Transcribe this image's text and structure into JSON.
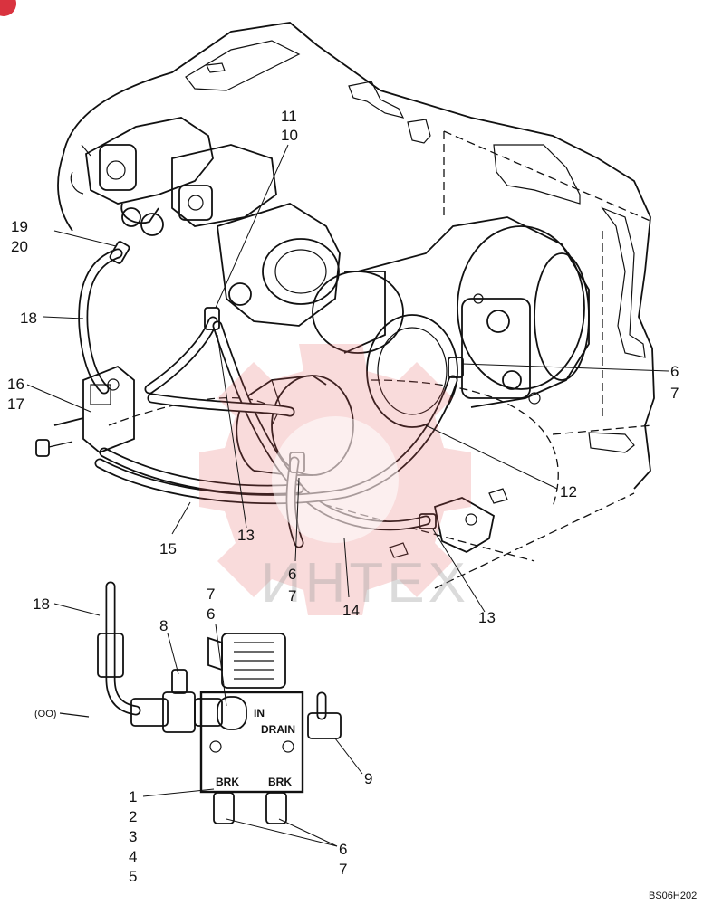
{
  "watermark_text": "ИНТЕХ",
  "reference_code": "BS06H202",
  "port_labels": {
    "in": "IN",
    "drain": "DRAIN",
    "brk_left": "BRK",
    "brk_right": "BRK"
  },
  "cap_label": "(OO)",
  "callouts": {
    "c11": "11",
    "c10": "10",
    "c19": "19",
    "c20": "20",
    "c18_top": "18",
    "c16": "16",
    "c17": "17",
    "c6_right": "6",
    "c7_right": "7",
    "c12": "12",
    "c15": "15",
    "c13_left": "13",
    "c6_mid": "6",
    "c7_mid": "7",
    "c14": "14",
    "c13_right": "13",
    "c18_bottom": "18",
    "c8": "8",
    "c7_detail": "7",
    "c6_detail": "6",
    "c9": "9",
    "c1": "1",
    "c2": "2",
    "c3": "3",
    "c4": "4",
    "c5": "5",
    "c6_bottom": "6",
    "c7_bottom": "7"
  },
  "colors": {
    "line": "#111111",
    "watermark": "#e25b5b",
    "badge": "#d9333f"
  }
}
